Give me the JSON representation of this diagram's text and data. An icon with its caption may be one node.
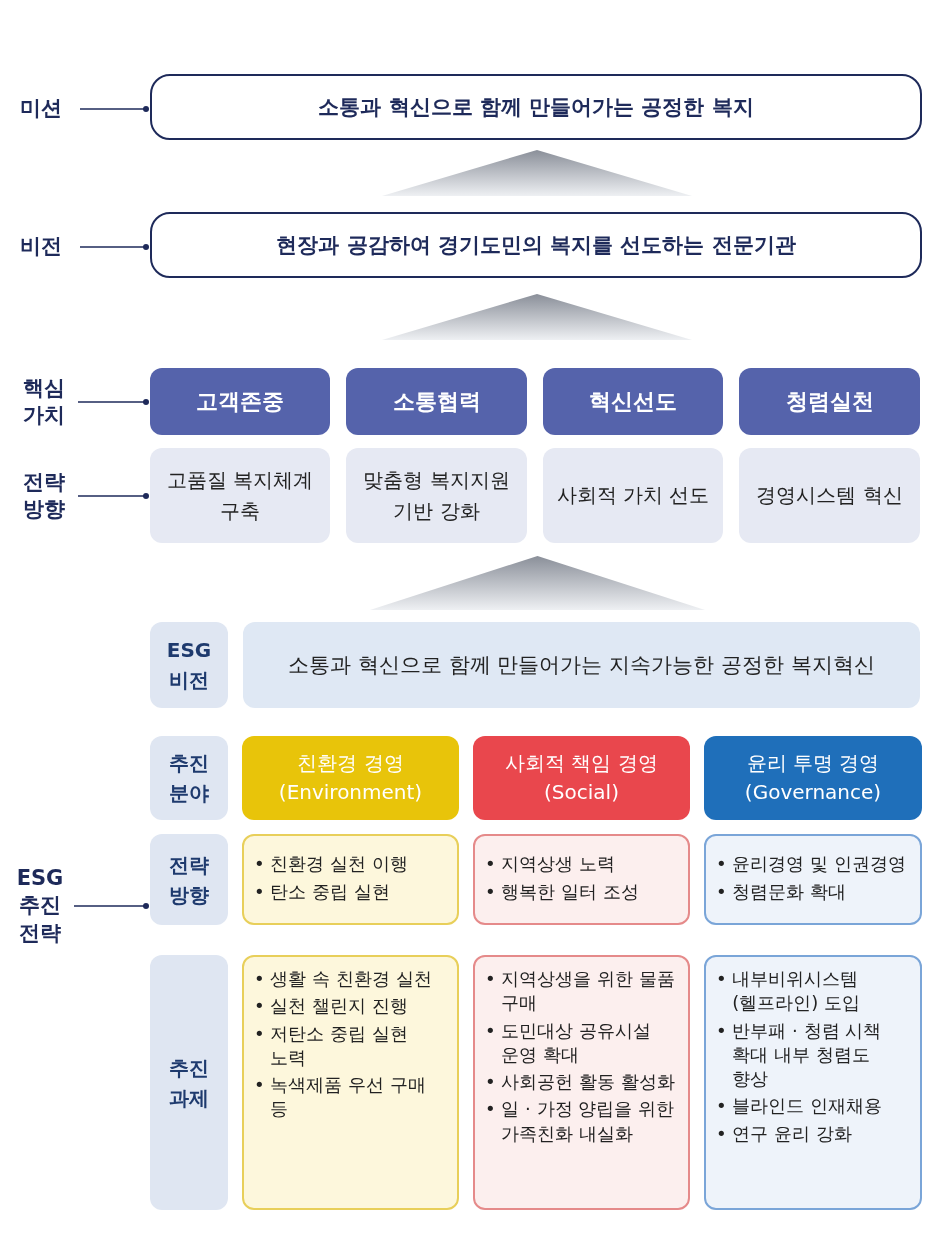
{
  "diagram": {
    "nodes": [
      {
        "text": [
          "미션"
        ]
      },
      {
        "text": [
          "소통과 혁신으로 함께 만들어가는 공정한 복지"
        ]
      },
      {
        "text": [],
        "shape": "triangle"
      },
      {
        "text": [
          "비전"
        ]
      },
      {
        "text": [
          "현장과 공감하여 경기도민의 복지를 선도하는 전문기관"
        ]
      },
      {
        "text": [],
        "shape": "triangle"
      },
      {
        "text": [
          "핵심 가치"
        ]
      },
      {
        "text": [
          "고객존중"
        ]
      },
      {
        "text": [
          "소통협력"
        ]
      },
      {
        "text": [
          "혁신선도"
        ]
      },
      {
        "text": [
          "청렴실천"
        ]
      },
      {
        "text": [
          "전략 방향"
        ]
      },
      {
        "text": [
          "고품질 복지체계 구축"
        ]
      },
      {
        "text": [
          "맞춤형 복지지원 기반 강화"
        ]
      },
      {
        "text": [
          "사회적 가치 선도"
        ]
      },
      {
        "text": [
          "경영시스템 혁신"
        ]
      },
      {
        "text": [],
        "shape": "triangle"
      },
      {
        "text": [
          "ESG 비전"
        ]
      },
      {
        "text": [
          "소통과 혁신으로 함께 만들어가는 지속가능한 공정한 복지혁신"
        ]
      },
      {
        "text": [
          "추진 분야"
        ]
      },
      {
        "text": [
          "친환경 경영",
          "(Environment)"
        ]
      },
      {
        "text": [
          "사회적 책임 경영",
          "(Social)"
        ]
      },
      {
        "text": [
          "윤리 투명 경영",
          "(Governance)"
        ]
      },
      {
        "text": [
          "전략 방향"
        ]
      },
      {
        "text": [
          "• 친환경 실천 이행",
          "• 탄소 중립 실현"
        ]
      },
      {
        "text": [
          "• 지역상생 노력",
          "• 행복한 일터 조성"
        ]
      },
      {
        "text": [
          "• 윤리경영 및 인권경영",
          "• 청렴문화 확대"
        ]
      },
      {
        "text": [
          "추진 과제"
        ]
      },
      {
        "text": [
          "• 생활 속 친환경 실천",
          "• 실천 챌린지 진행",
          "• 저탄소 중립 실현 노력",
          "• 녹색제품 우선 구매 등"
        ]
      },
      {
        "text": [
          "• 지역상생을 위한 물품 구매",
          "• 도민대상 공유시설 운영 확대",
          "• 사회공헌 활동 활성화",
          "• 일 · 가정 양립을 위한 가족친화 내실화"
        ]
      },
      {
        "text": [
          "• 내부비위시스템 (헬프라인) 도입",
          "• 반부패 · 청렴 시책 확대 내부 청렴도 향상",
          "• 블라인드 인재채용",
          "• 연구 윤리 강화"
        ]
      },
      {
        "text": [
          "ESG 추진 전략"
        ]
      }
    ],
    "edges": [
      {
        "from": 0,
        "to": 1,
        "arrow": "other"
      },
      {
        "from": 3,
        "to": 4,
        "arrow": "other"
      },
      {
        "from": 6,
        "to": 7,
        "arrow": "other"
      },
      {
        "from": 11,
        "to": 12,
        "arrow": "other"
      },
      {
        "from": 31,
        "to": 23,
        "arrow": "other"
      }
    ]
  }
}
